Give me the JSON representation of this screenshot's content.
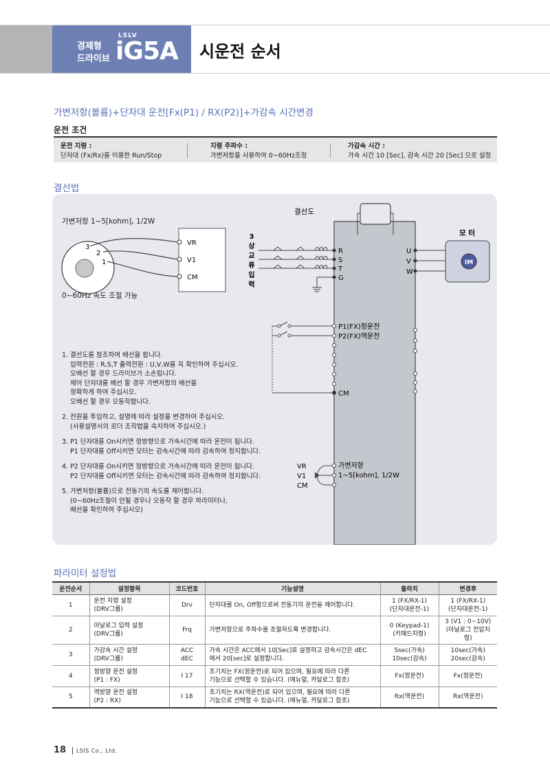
{
  "header": {
    "brand_line1": "경제형",
    "brand_line2": "드라이브",
    "brand_lslv": "LSLV",
    "brand_model": "iG5A",
    "title": "시운전 순서"
  },
  "section1": {
    "title": "가변저항(볼륨)+단자대 운전[Fx(P1) / RX(P2)]+가감속 시간변경",
    "subhead": "운전 조건",
    "conditions": [
      {
        "label": "운전 지령 :",
        "text": "단자대 (Fx/Rx)를 이용한 Run/Stop"
      },
      {
        "label": "지령 주파수 :",
        "text": "가변저항을 사용하여 0~60Hz조정"
      },
      {
        "label": "가감속 시간 :",
        "text": "가속 시간 10 [Sec], 감속 시간 20 [Sec] 으로 설정"
      }
    ]
  },
  "wiring": {
    "title": "결선법",
    "diagram_title": "결선도",
    "pot_label": "가변저항 1~5[kohm], 1/2W",
    "pot_pins": [
      "3",
      "2",
      "1"
    ],
    "pot_terminals": [
      "VR",
      "V1",
      "CM"
    ],
    "speed_label": "0~60Hz 속도 조절 가능",
    "power_label": "3 상 교 류 입 력",
    "power_label_chars": [
      "3",
      "상",
      "교",
      "류",
      "입",
      "력"
    ],
    "input_terminals": [
      "R",
      "S",
      "T",
      "G"
    ],
    "output_terminals": [
      "U",
      "V",
      "W"
    ],
    "motor_label": "모 터",
    "motor_symbol": "IM",
    "p1_label": "P1(FX)정운전",
    "p2_label": "P2(FX)역운전",
    "cm_label": "CM",
    "vr_terminals": [
      "VR",
      "V1",
      "CM"
    ],
    "vr_desc1": "가변저항",
    "vr_desc2": "1~5[kohm], 1/2W",
    "notes": [
      {
        "num": "1.",
        "lines": [
          "결선도를 참조하여 배선을 합니다.",
          "입력전원 : R,S,T 출력전원 : U,V,W를 꼭 확인하여 주십시오.",
          "오배선 할 경우 드라이브가 소손됩니다.",
          "제어 단자대를 배선 할 경우 가변저항의 배선을",
          "정확하게 하여 주십시오.",
          "오배선 할 경우 오동작합니다."
        ]
      },
      {
        "num": "2.",
        "lines": [
          "전원을 투입하고, 설명에 따라 설정을 변경하여 주십시오.",
          "(사용설명서의 로더 조작법을 숙지하여 주십시오.)"
        ]
      },
      {
        "num": "3.",
        "lines": [
          "P1 단자대를 On시키면 정방향으로 가속시간에 따라 운전이 됩니다.",
          "P1 단자대를 Off시키면 모터는 감속시간에 따라 감속하여 정지합니다."
        ]
      },
      {
        "num": "4.",
        "lines": [
          "P2 단자대를 On시키면 정방향으로 가속시간에 따라 운전이 됩니다.",
          "P2 단자대를 Off시키면 모터는 감속시간에 따라 감속하여 정지합니다."
        ]
      },
      {
        "num": "5.",
        "lines": [
          "가변저항(볼륨)으로 전동기의 속도를 제어합니다.",
          "(0~60Hz조절이 안될 경우나 오동작 할 경우 파라미터나,",
          "배선을 확인하여 주십시오)"
        ]
      }
    ]
  },
  "params": {
    "title": "파라미터 설정법",
    "headers": [
      "운전순서",
      "설정항목",
      "코드번호",
      "기능설명",
      "출하치",
      "변경후"
    ],
    "rows": [
      {
        "seq": "1",
        "item": [
          "운전 지령 설정",
          "(DRV그룹)"
        ],
        "code": [
          "Drv"
        ],
        "desc": [
          "단자대를 On, Off함으로써 전동기의 운전을 제어합니다."
        ],
        "factory": [
          "1 (FX/RX-1)",
          "(단자대운전-1)"
        ],
        "changed": [
          "1 (FX/RX-1)",
          "(단자대운전-1)"
        ]
      },
      {
        "seq": "2",
        "item": [
          "아날로그 입력 설정",
          "(DRV그룹)"
        ],
        "code": [
          "Frq"
        ],
        "desc": [
          "가변저항으로 주파수를 조절하도록 변경합니다."
        ],
        "factory": [
          "0 (Keypad-1)",
          "(키패드지령)"
        ],
        "changed": [
          "3 (V1 : 0~10V)",
          "(아날로그 전압지령)"
        ]
      },
      {
        "seq": "3",
        "item": [
          "가감속 시간 설정",
          "(DRV그룹)"
        ],
        "code": [
          "ACC",
          "dEC"
        ],
        "desc": [
          "가속 시간은 ACC에서 10[Sec]로 설정하고 감속시간은 dEC",
          "에서 20[sec]로 설정합니다."
        ],
        "factory": [
          "5sec(가속)",
          "10sec(감속)"
        ],
        "changed": [
          "10sec(가속)",
          "20sec(감속)"
        ]
      },
      {
        "seq": "4",
        "item": [
          "정방향 운전 설정",
          "(P1 : FX)"
        ],
        "code": [
          "I 17"
        ],
        "desc": [
          "초기치는 FX(정운전)로 되어 있으며, 필요에 따라 다른",
          "기능으로 선택할 수 있습니다. (메뉴얼, 카달로그 참조)"
        ],
        "factory": [
          "Fx(정운전)"
        ],
        "changed": [
          "Fx(정운전)"
        ]
      },
      {
        "seq": "5",
        "item": [
          "역방향 운전 설정",
          "(P2 : RX)"
        ],
        "code": [
          "I 18"
        ],
        "desc": [
          "초기치는 RX(역운전)로 되어 있으며, 필요에 따라 다른",
          "기능으로 선택할 수 있습니다. (메뉴얼, 카달로그 참조)"
        ],
        "factory": [
          "Rx(역운전)"
        ],
        "changed": [
          "Rx(역운전)"
        ]
      }
    ]
  },
  "footer": {
    "page": "18",
    "sep": "|",
    "company": "LSIS Co., Ltd."
  }
}
